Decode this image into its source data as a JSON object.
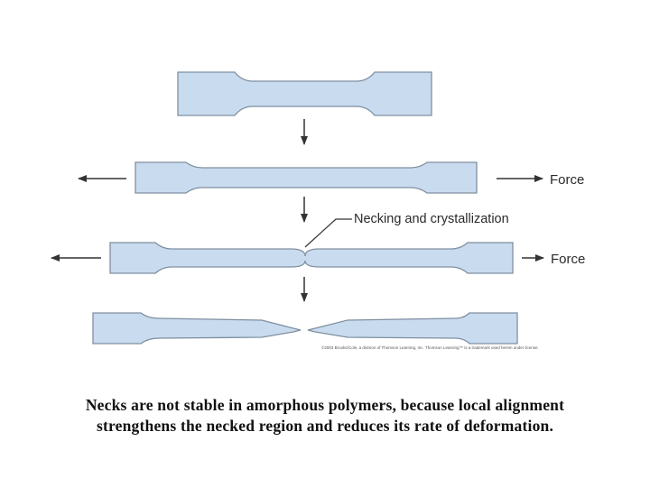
{
  "diagram": {
    "force_label_1": "Force",
    "force_label_2": "Force",
    "necking_label": "Necking and crystallization",
    "credit": "©2003 Brooks/Cole, a division of Thomson Learning, Inc. Thomson Learning™ is a trademark used herein under license."
  },
  "caption": {
    "line1": "Necks are not stable in amorphous polymers, because local alignment",
    "line2": "strengthens the necked region and reduces its rate of deformation."
  },
  "colors": {
    "specimen_fill": "#c9dcef",
    "specimen_stroke": "#7f8fa0",
    "arrow": "#333333"
  },
  "icons": [
    "down-arrow-icon",
    "left-arrow-icon",
    "right-arrow-icon"
  ]
}
